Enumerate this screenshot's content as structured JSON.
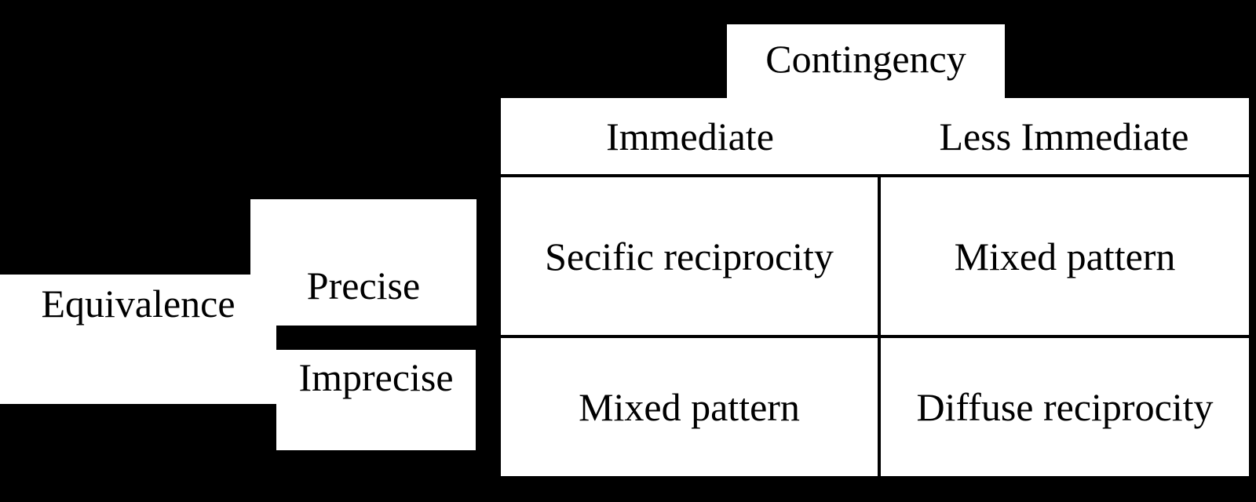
{
  "figure": {
    "background_color": "#000000",
    "box_color": "#ffffff",
    "text_color": "#000000",
    "top_dimension": {
      "label": "Contingency",
      "columns": [
        "Immediate",
        "Less Immediate"
      ]
    },
    "left_dimension": {
      "label": "Equivalence",
      "rows": [
        "Precise",
        "Imprecise"
      ]
    },
    "matrix": {
      "cells": [
        [
          "Secific reciprocity",
          "Mixed pattern"
        ],
        [
          "Mixed pattern",
          "Diffuse reciprocity"
        ]
      ]
    }
  }
}
